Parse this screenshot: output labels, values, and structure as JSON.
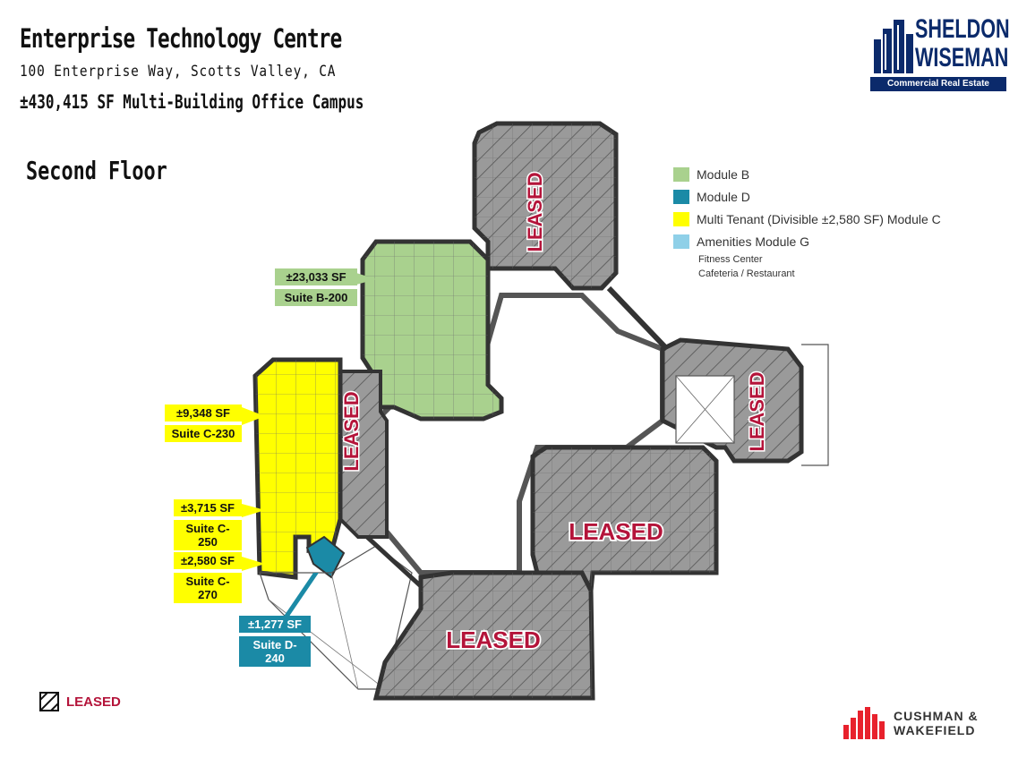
{
  "header": {
    "title": "Enterprise Technology Centre",
    "address": "100 Enterprise Way, Scotts Valley, CA",
    "campus": "±430,415 SF Multi-Building Office Campus",
    "floor": "Second Floor"
  },
  "logo": {
    "line1": "SHELDON",
    "line2": "WISEMAN",
    "tagline": "Commercial Real Estate"
  },
  "legend": {
    "items": [
      {
        "label": "Module B",
        "color": "#a9d18e"
      },
      {
        "label": "Module D",
        "color": "#1b8aa6"
      },
      {
        "label": "Multi Tenant (Divisible ±2,580 SF) Module C",
        "color": "#ffff00"
      },
      {
        "label": "Amenities Module G",
        "color": "#8fd0e8"
      }
    ],
    "amenities": [
      "Fitness Center",
      "Cafeteria / Restaurant"
    ]
  },
  "suites": [
    {
      "size": "±23,033 SF",
      "name": "Suite B-200",
      "color": "#a9d18e"
    },
    {
      "size": "±9,348 SF",
      "name": "Suite C-230",
      "color": "#ffff00"
    },
    {
      "size": "±3,715 SF",
      "name": "Suite C-250",
      "color": "#ffff00"
    },
    {
      "size": "±2,580 SF",
      "name": "Suite C-270",
      "color": "#ffff00"
    },
    {
      "size": "±1,277 SF",
      "name": "Suite D-240",
      "color": "#1b8aa6"
    }
  ],
  "leased_labels": [
    "LEASED",
    "LEASED",
    "LEASED",
    "LEASED",
    "LEASED"
  ],
  "leased_key": "LEASED",
  "broker": {
    "line1": "CUSHMAN &",
    "line2": "WAKEFIELD"
  }
}
